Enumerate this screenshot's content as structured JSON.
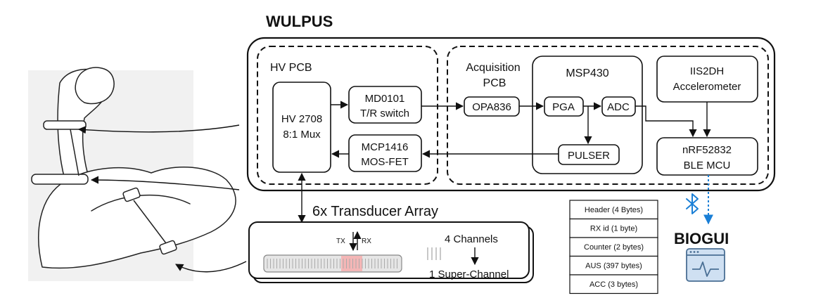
{
  "title": "WULPUS",
  "hv_pcb": {
    "label": "HV PCB",
    "mux": {
      "line1": "HV 2708",
      "line2": "8:1 Mux"
    },
    "tr_switch": {
      "line1": "MD0101",
      "line2": "T/R switch"
    },
    "mosfet": {
      "line1": "MCP1416",
      "line2": "MOS-FET"
    }
  },
  "acq_pcb": {
    "label_line1": "Acquisition",
    "label_line2": "PCB",
    "opa": "OPA836",
    "msp": {
      "label": "MSP430",
      "pga": "PGA",
      "adc": "ADC",
      "pulser": "PULSER"
    },
    "accel": {
      "line1": "IIS2DH",
      "line2": "Accelerometer"
    },
    "mcu": {
      "line1": "nRF52832",
      "line2": "BLE MCU"
    }
  },
  "transducer": {
    "title": "6x Transducer Array",
    "tx": "TX",
    "rx": "RX",
    "channels": "4 Channels",
    "super_channel": "1 Super-Channel"
  },
  "packet": {
    "rows": [
      "Header (4 Bytes)",
      "RX id (1 byte)",
      "Counter (2 bytes)",
      "AUS (397 bytes)",
      "ACC (3 bytes)"
    ]
  },
  "biogui": {
    "label": "BIOGUI"
  },
  "icons": [
    "bluetooth-icon",
    "biogui-app-icon",
    "arm-illustration"
  ],
  "colors": {
    "bluetooth": "#1a7fd6",
    "highlight": "#f4b6b6",
    "app_fill": "#cfe0f2",
    "app_stroke": "#4a6f94"
  }
}
